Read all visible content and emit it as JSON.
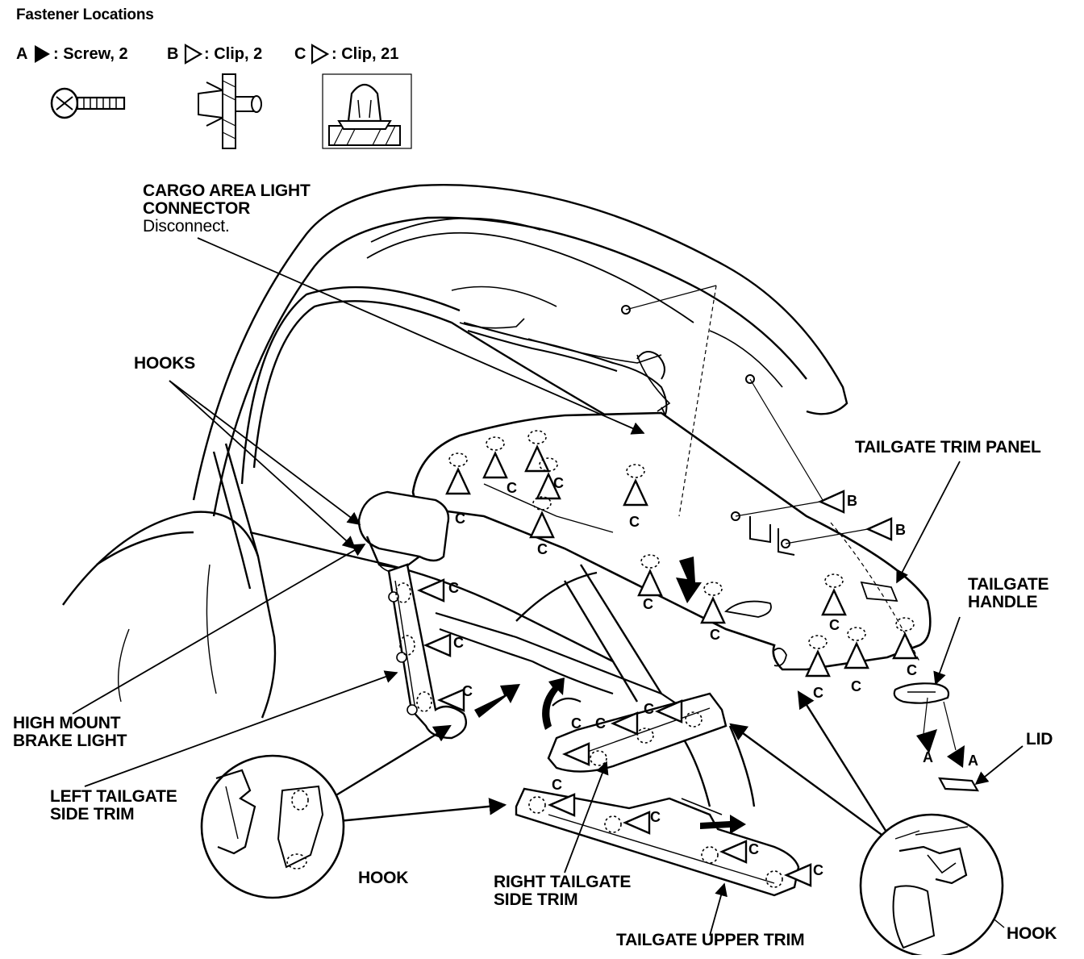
{
  "fastener": {
    "title": "Fastener Locations",
    "a_letter": "A",
    "a_text": ": Screw, 2",
    "b_letter": "B",
    "b_text": ": Clip, 2",
    "c_letter": "C",
    "c_text": ": Clip, 21",
    "icons": [
      "screw-icon",
      "clip-b-icon",
      "clip-c-icon"
    ]
  },
  "labels": {
    "cargo_line1": "CARGO AREA LIGHT",
    "cargo_line2": "CONNECTOR",
    "cargo_note": "Disconnect.",
    "hooks": "HOOKS",
    "trim_panel": "TAILGATE TRIM PANEL",
    "handle_line1": "TAILGATE",
    "handle_line2": "HANDLE",
    "lid": "LID",
    "brake_line1": "HIGH MOUNT",
    "brake_line2": "BRAKE LIGHT",
    "left_line1": "LEFT TAILGATE",
    "left_line2": "SIDE TRIM",
    "hook_left": "HOOK",
    "right_line1": "RIGHT TAILGATE",
    "right_line2": "SIDE TRIM",
    "upper_trim": "TAILGATE UPPER TRIM",
    "hook_right": "HOOK"
  },
  "callouts": {
    "screw": "A",
    "clip_b": "B",
    "clip_c": "C"
  },
  "colors": {
    "line": "#000000",
    "background": "#ffffff"
  }
}
